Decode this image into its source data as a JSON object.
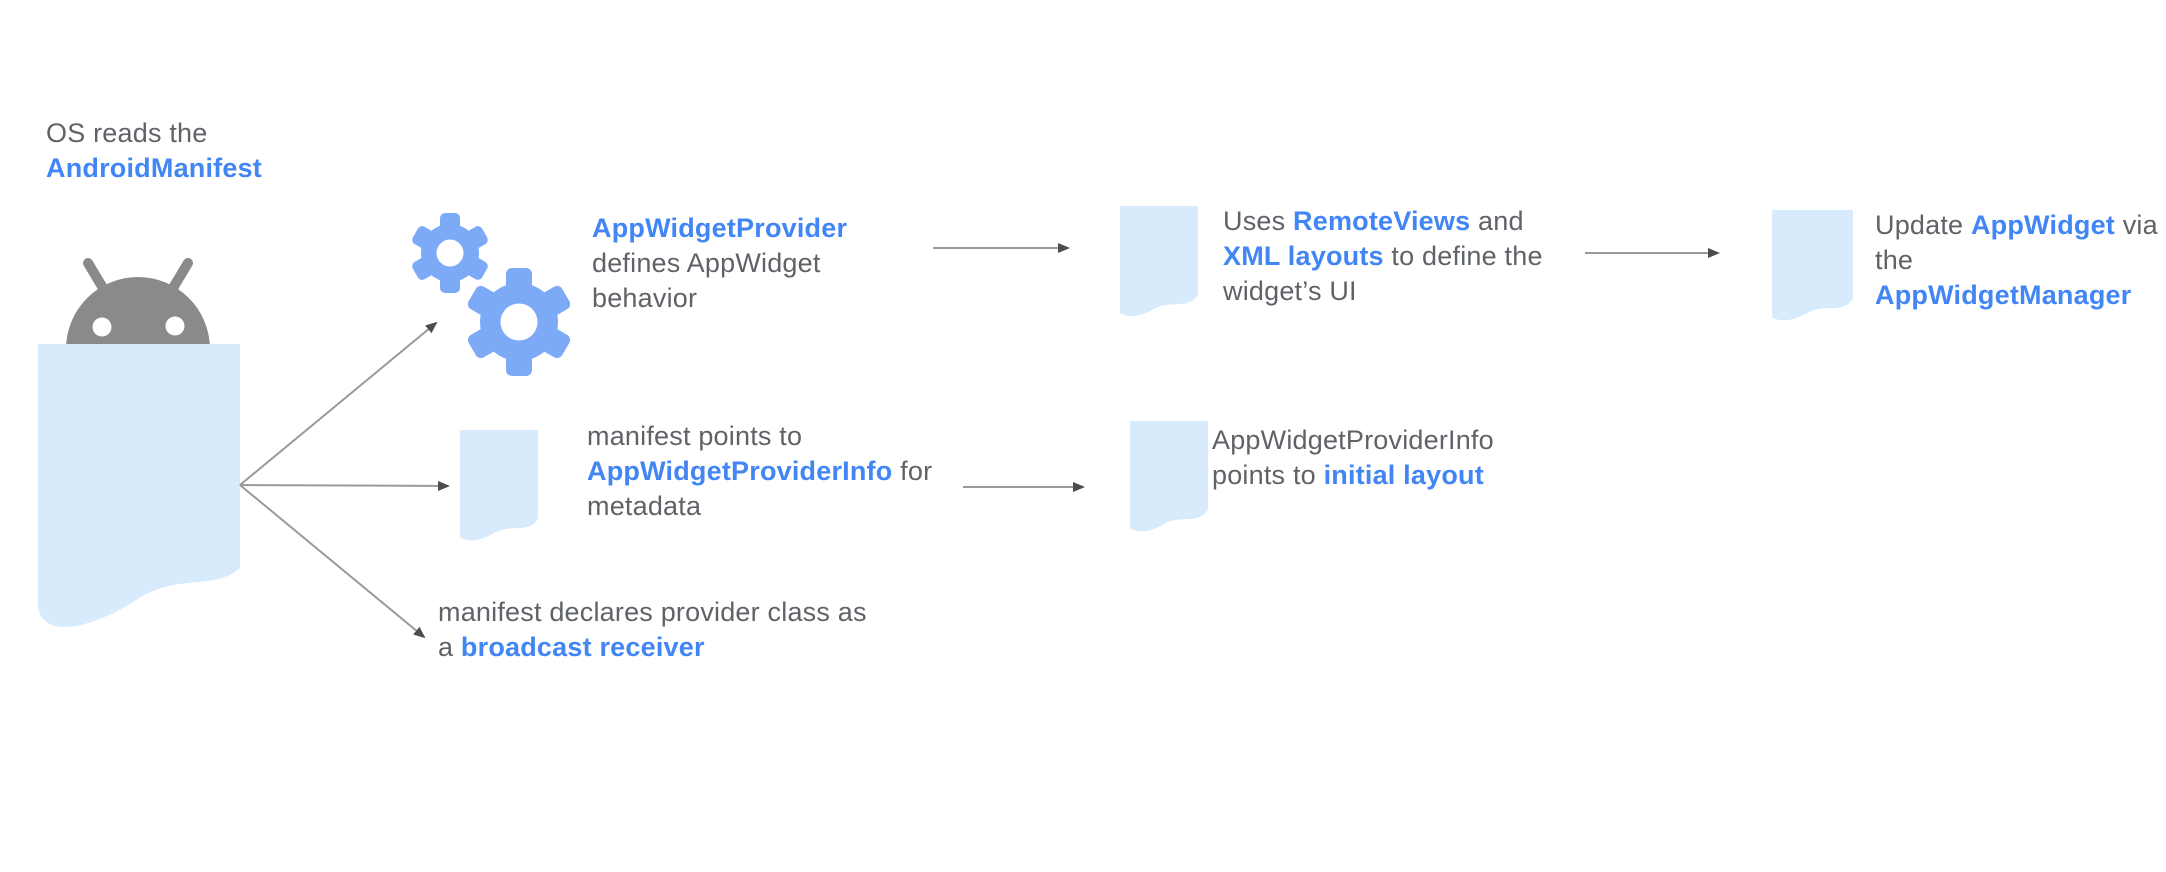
{
  "title": "AppWidget architecture diagram",
  "colors": {
    "link_blue": "#4285f4",
    "text_gray": "#5f6368",
    "doc_blue": "#d7ebfc",
    "gear_blue": "#7daaf7",
    "android_gray": "#8a8a8a",
    "arrow_gray": "#9a9a9a",
    "arrowhead_gray": "#4d4d4d"
  },
  "icons": {
    "android": "android-robot-icon",
    "manifest_document": "manifest-document-icon",
    "gears": "gears-icon",
    "document": "document-icon",
    "arrow": "arrow-connector"
  },
  "labels": {
    "os_reads": {
      "lines": [
        [
          {
            "t": "OS reads the",
            "s": "plain"
          }
        ],
        [
          {
            "t": "AndroidManifest",
            "s": "link",
            "n": "androidmanifest-link"
          }
        ]
      ]
    },
    "provider": {
      "lines": [
        [
          {
            "t": "AppWidgetProvider",
            "s": "link",
            "n": "appwidgetprovider-link"
          }
        ],
        [
          {
            "t": "defines AppWidget",
            "s": "plain"
          }
        ],
        [
          {
            "t": "behavior",
            "s": "plain"
          }
        ]
      ]
    },
    "remoteviews": {
      "lines": [
        [
          {
            "t": "Uses ",
            "s": "plain"
          },
          {
            "t": "RemoteViews",
            "s": "link",
            "n": "remoteviews-link"
          },
          {
            "t": " and",
            "s": "plain"
          }
        ],
        [
          {
            "t": "XML layouts",
            "s": "link",
            "n": "xml-layouts-link"
          },
          {
            "t": " to define the",
            "s": "plain"
          }
        ],
        [
          {
            "t": "widget’s UI",
            "s": "plain"
          }
        ]
      ]
    },
    "update": {
      "lines": [
        [
          {
            "t": "Update ",
            "s": "plain"
          },
          {
            "t": "AppWidget",
            "s": "link",
            "n": "appwidget-link"
          },
          {
            "t": " via",
            "s": "plain"
          }
        ],
        [
          {
            "t": "the",
            "s": "plain"
          }
        ],
        [
          {
            "t": "AppWidgetManager",
            "s": "link",
            "n": "appwidgetmanager-link"
          }
        ]
      ]
    },
    "providerinfo": {
      "lines": [
        [
          {
            "t": "manifest points to",
            "s": "plain"
          }
        ],
        [
          {
            "t": "AppWidgetProviderInfo",
            "s": "link",
            "n": "appwidgetproviderinfo-link"
          },
          {
            "t": " for",
            "s": "plain"
          }
        ],
        [
          {
            "t": "metadata",
            "s": "plain"
          }
        ]
      ]
    },
    "initial_layout": {
      "lines": [
        [
          {
            "t": "AppWidgetProviderInfo",
            "s": "plain"
          }
        ],
        [
          {
            "t": "points to ",
            "s": "plain"
          },
          {
            "t": "initial layout",
            "s": "link",
            "n": "initial-layout-link"
          }
        ]
      ]
    },
    "broadcast": {
      "lines": [
        [
          {
            "t": "manifest declares provider class as",
            "s": "plain"
          }
        ],
        [
          {
            "t": "a ",
            "s": "plain"
          },
          {
            "t": "broadcast receiver",
            "s": "link",
            "n": "broadcast-receiver-link"
          }
        ]
      ]
    }
  }
}
